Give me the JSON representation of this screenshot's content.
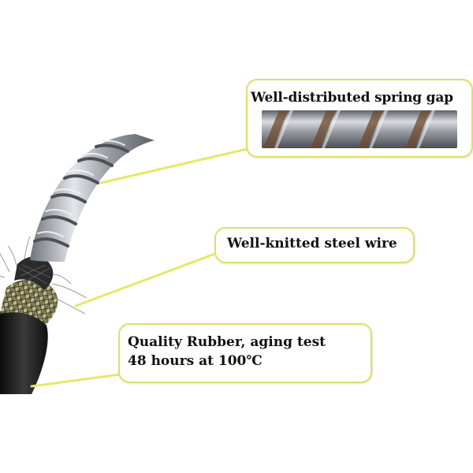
{
  "callouts": {
    "spring": {
      "label": "Well-distributed spring gap"
    },
    "wire": {
      "label": "Well-knitted steel wire"
    },
    "rubber": {
      "line1": "Quality Rubber, aging test",
      "line2": "48 hours at 100℃"
    }
  },
  "colors": {
    "callout_border": "#dede6a",
    "leader_line": "#e3e86a",
    "rubber": "#1b1b1b",
    "steel": "#a8adb3",
    "braid": "#b5b07a"
  },
  "icons": {
    "hose": "hose-cutaway-icon",
    "spring_detail": "spring-closeup-icon"
  }
}
